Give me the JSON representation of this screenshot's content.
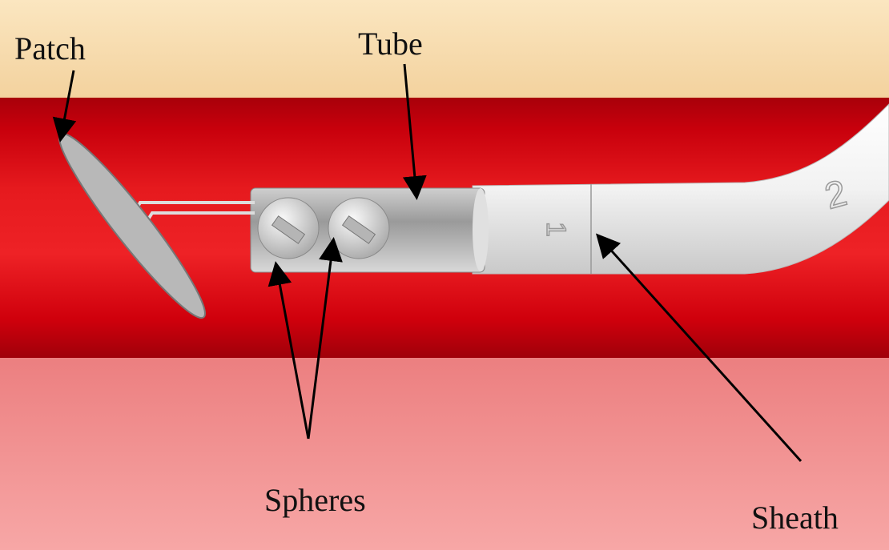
{
  "labels": {
    "patch": "Patch",
    "tube": "Tube",
    "spheres": "Spheres",
    "sheath": "Sheath"
  },
  "sheath_markings": {
    "first": "1",
    "second": "2"
  },
  "colors": {
    "tissue_top": "#f6dcae",
    "vessel": "#d2000c",
    "tissue_bottom": "#f39a9a",
    "device": "#e8e8e8"
  }
}
